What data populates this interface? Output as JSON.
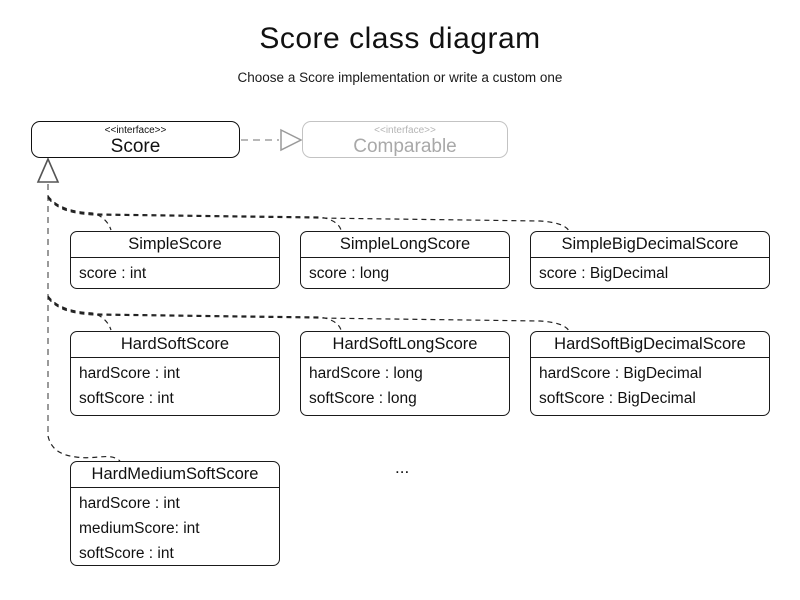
{
  "header": {
    "title": "Score class diagram",
    "subtitle": "Choose a Score implementation or write a custom one"
  },
  "interfaces": {
    "score": {
      "stereotype": "<<interface>>",
      "name": "Score"
    },
    "comparable": {
      "stereotype": "<<interface>>",
      "name": "Comparable"
    }
  },
  "classes": [
    {
      "name": "SimpleScore",
      "attributes": [
        "score : int"
      ]
    },
    {
      "name": "SimpleLongScore",
      "attributes": [
        "score : long"
      ]
    },
    {
      "name": "SimpleBigDecimalScore",
      "attributes": [
        "score : BigDecimal"
      ]
    },
    {
      "name": "HardSoftScore",
      "attributes": [
        "hardScore : int",
        "softScore : int"
      ]
    },
    {
      "name": "HardSoftLongScore",
      "attributes": [
        "hardScore : long",
        "softScore : long"
      ]
    },
    {
      "name": "HardSoftBigDecimalScore",
      "attributes": [
        "hardScore : BigDecimal",
        "softScore : BigDecimal"
      ]
    },
    {
      "name": "HardMediumSoftScore",
      "attributes": [
        "hardScore : int",
        "mediumScore: int",
        "softScore : int"
      ]
    }
  ],
  "ellipsis": "...",
  "colors": {
    "class_border": "#1a1a1a",
    "muted_text": "#a9a9a9",
    "muted_border": "#c3c3c3",
    "connector": "#222222",
    "trunk": "#8f8f8f"
  }
}
